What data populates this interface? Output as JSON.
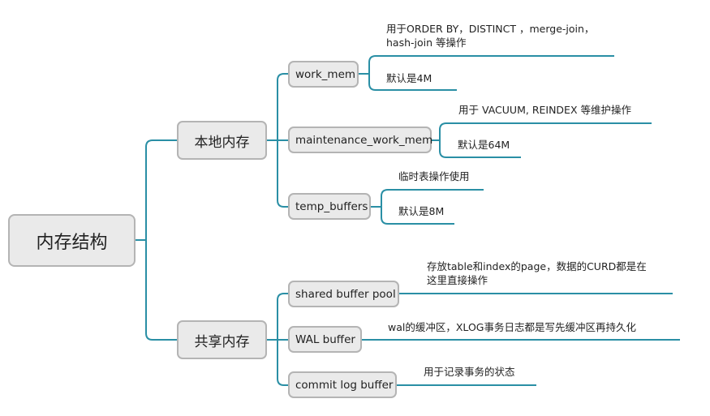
{
  "root": {
    "label": "内存结构"
  },
  "branches": [
    {
      "label": "本地内存",
      "children": [
        {
          "label": "work_mem",
          "notes": [
            "用于ORDER BY，DISTINCT ，merge-join，\nhash-join 等操作",
            "默认是4M"
          ]
        },
        {
          "label": "maintenance_work_mem",
          "notes": [
            "用于 VACUUM, REINDEX 等维护操作",
            "默认是64M"
          ]
        },
        {
          "label": "temp_buffers",
          "notes": [
            "临时表操作使用",
            "默认是8M"
          ]
        }
      ]
    },
    {
      "label": "共享内存",
      "children": [
        {
          "label": "shared buffer pool",
          "notes": [
            "存放table和index的page，数据的CURD都是在\n这里直接操作"
          ]
        },
        {
          "label": "WAL buffer",
          "notes": [
            "wal的缓冲区，XLOG事务日志都是写先缓冲区再持久化"
          ]
        },
        {
          "label": "commit log buffer",
          "notes": [
            "用于记录事务的状态"
          ]
        }
      ]
    }
  ],
  "colors": {
    "line": "#2a8fa5",
    "node_fill": "#eaeaea",
    "node_border": "#b4b4b4"
  }
}
